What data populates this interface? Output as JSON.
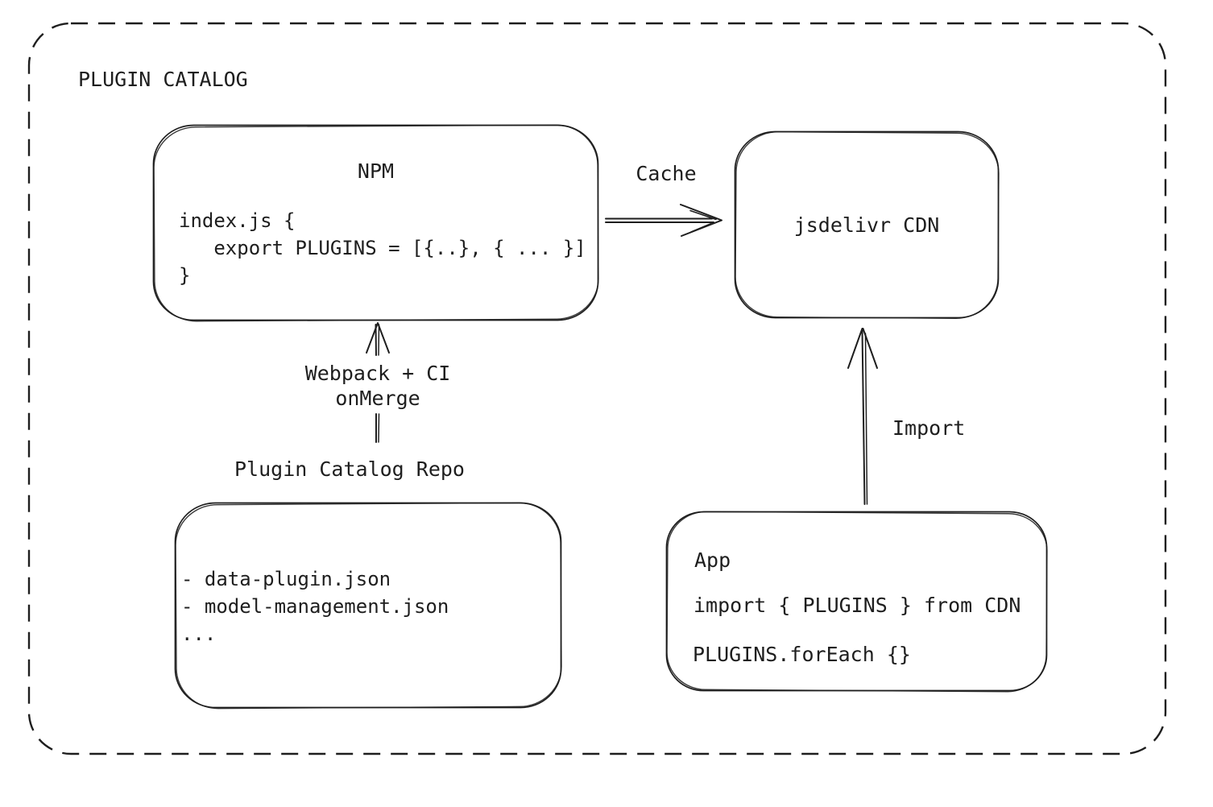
{
  "diagram": {
    "title": "PLUGIN CATALOG",
    "npm": {
      "title": "NPM",
      "code": "index.js {\n   export PLUGINS = [{..}, { ... }]\n}"
    },
    "cdn": {
      "title": "jsdelivr CDN"
    },
    "repo": {
      "label": "Plugin Catalog Repo",
      "files": [
        "- data-plugin.json",
        "- model-management.json",
        "..."
      ]
    },
    "app": {
      "title": "App",
      "code_lines": [
        "import { PLUGINS } from CDN",
        "PLUGINS.forEach {}"
      ]
    },
    "arrows": {
      "cache_label": "Cache",
      "build_label": "Webpack + CI\nonMerge",
      "import_label": "Import"
    }
  },
  "colors": {
    "ink": "#1e1e1e",
    "background": "#ffffff"
  }
}
